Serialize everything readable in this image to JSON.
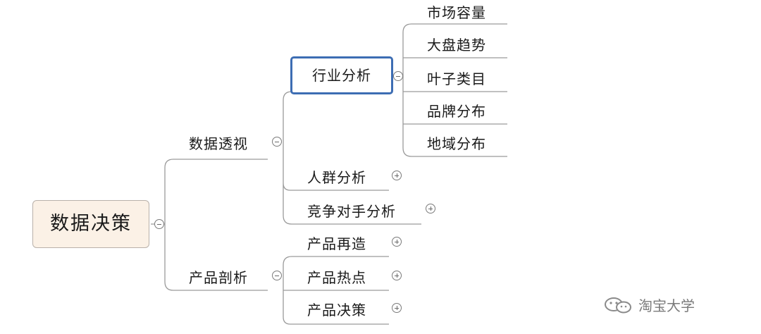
{
  "root": {
    "label": "数据决策"
  },
  "branches": {
    "data_perspective": {
      "label": "数据透视",
      "children": {
        "industry_analysis": {
          "label": "行业分析",
          "children": [
            "市场容量",
            "大盘趋势",
            "叶子类目",
            "品牌分布",
            "地域分布"
          ]
        },
        "crowd_analysis": {
          "label": "人群分析"
        },
        "competitor_analysis": {
          "label": "竞争对手分析"
        }
      }
    },
    "product_analysis": {
      "label": "产品剖析",
      "children": [
        "产品再造",
        "产品热点",
        "产品决策"
      ]
    }
  },
  "watermark": {
    "text": "淘宝大学"
  },
  "colors": {
    "root_fill": "#fbf1e6",
    "selected_border": "#3d6db3",
    "line": "#9a9a9a"
  }
}
